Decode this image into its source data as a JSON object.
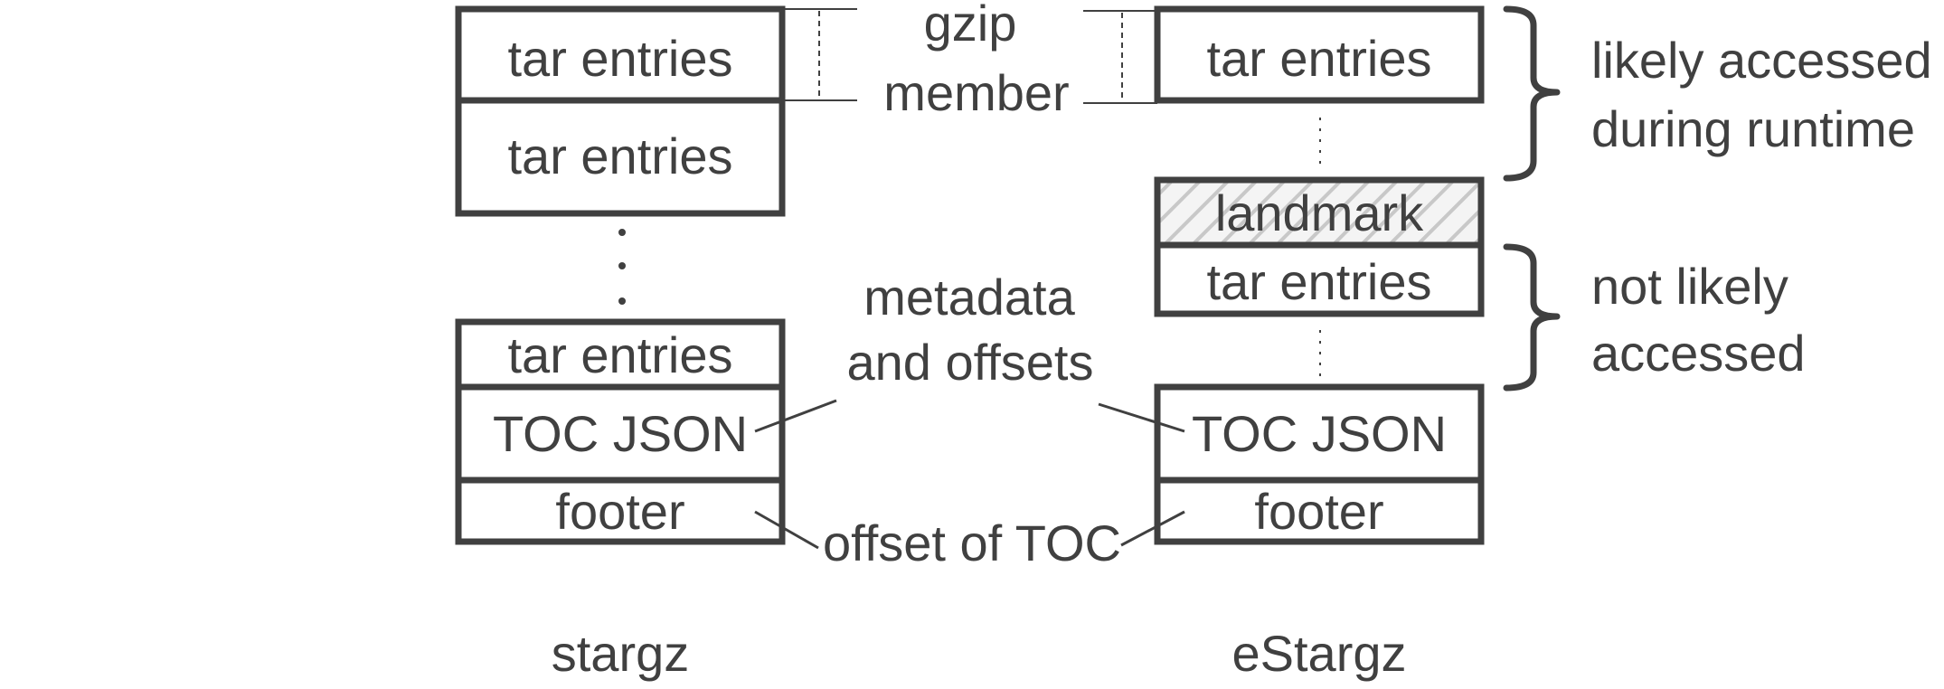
{
  "stargz": {
    "caption": "stargz",
    "entry1": "tar entries",
    "entry2": "tar entries",
    "entry3": "tar entries",
    "toc": "TOC JSON",
    "footer": "footer"
  },
  "estargz": {
    "caption": "eStargz",
    "entry1": "tar entries",
    "landmark": "landmark",
    "entry2": "tar entries",
    "toc": "TOC JSON",
    "footer": "footer"
  },
  "annotations": {
    "gzip_line1": "gzip",
    "gzip_line2": "member",
    "metadata_line1": "metadata",
    "metadata_line2": "and offsets",
    "offset_toc": "offset of TOC"
  },
  "groups": {
    "likely_line1": "likely accessed",
    "likely_line2": "during runtime",
    "not_likely_line1": "not likely",
    "not_likely_line2": "accessed"
  },
  "colors": {
    "ink": "#404040",
    "hatch": "#c8c8c8"
  }
}
